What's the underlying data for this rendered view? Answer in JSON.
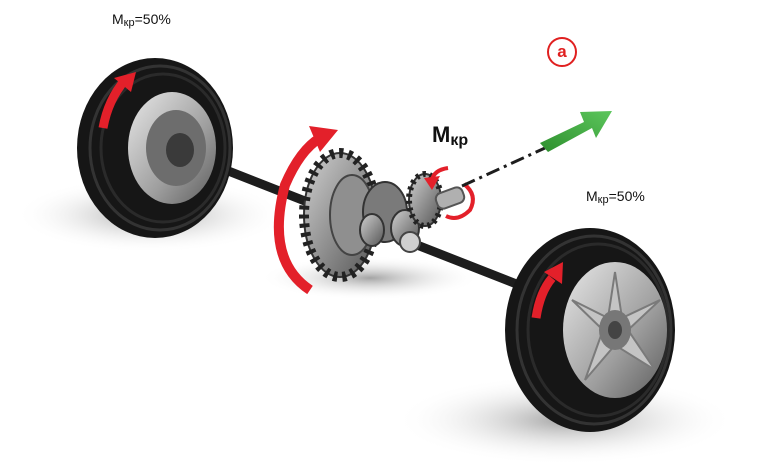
{
  "labels": {
    "left_wheel_torque": {
      "main": "M",
      "sub": "кр",
      "rest": "=50%"
    },
    "right_wheel_torque": {
      "main": "M",
      "sub": "кр",
      "rest": "=50%"
    },
    "input_torque": {
      "main": "M",
      "sub": "кр"
    }
  },
  "badge": {
    "text": "a"
  },
  "colors": {
    "arrow_red": "#e3202a",
    "arrow_green": "#3aa93a",
    "tire": "#1a1a1a",
    "shadow": "#bdbdbd"
  }
}
